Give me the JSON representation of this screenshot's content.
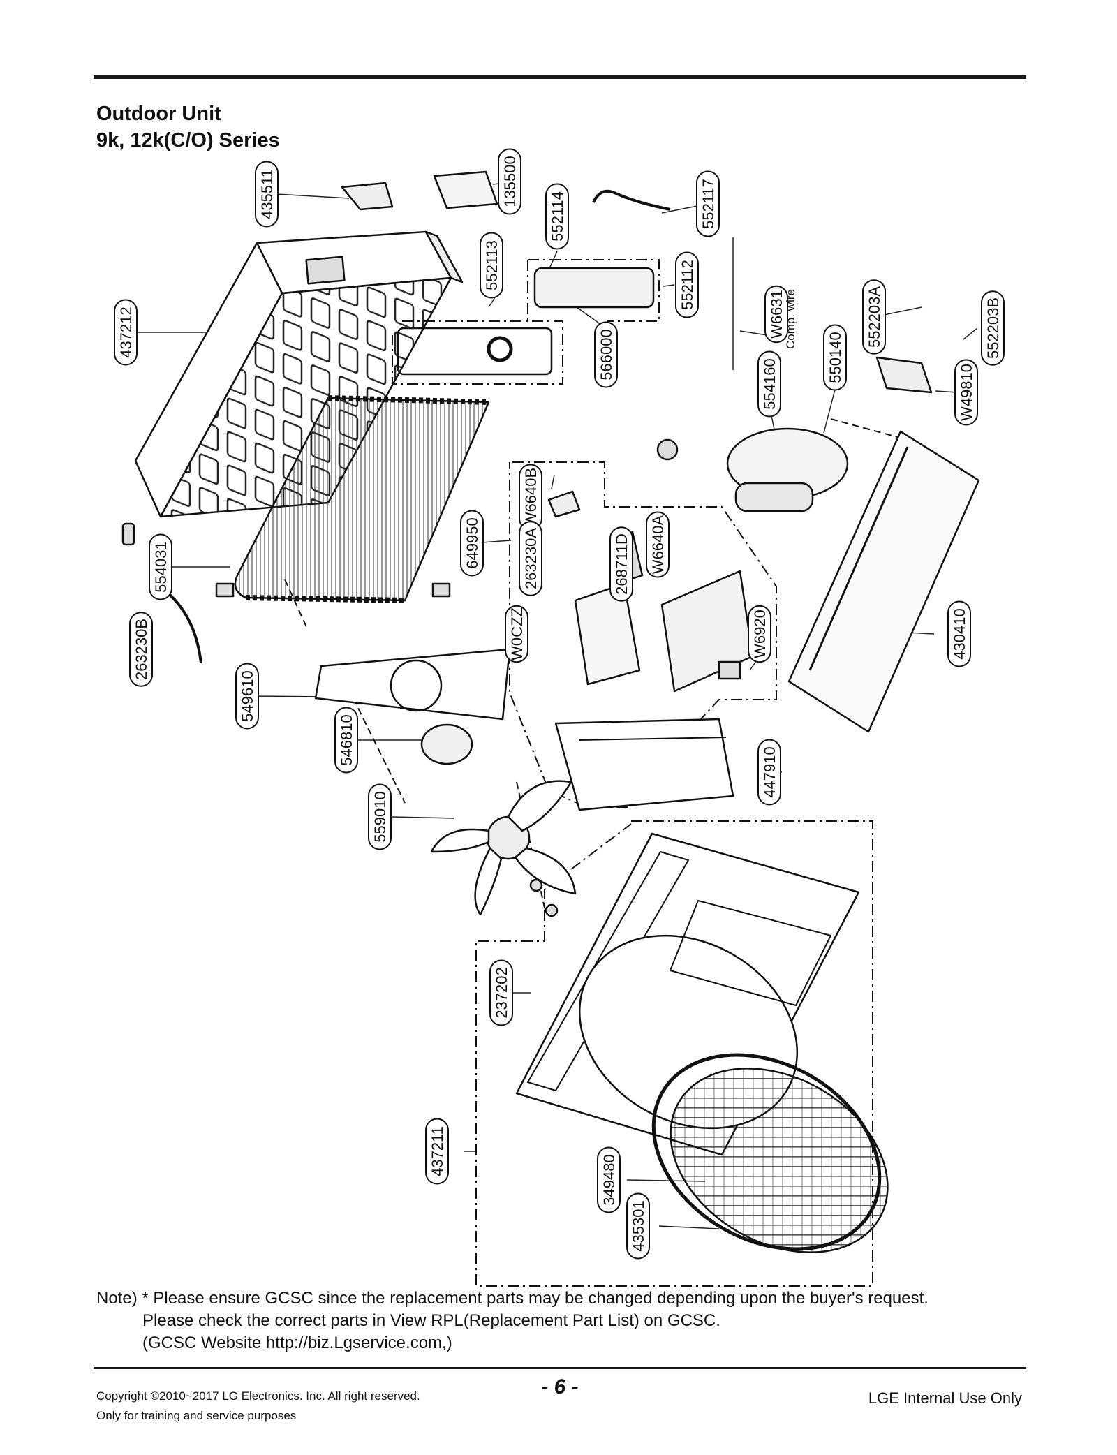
{
  "header": {
    "title": "Outdoor Unit",
    "subtitle": "9k, 12k(C/O) Series"
  },
  "part_labels": [
    {
      "id": "435511",
      "text": "435511"
    },
    {
      "id": "135500",
      "text": "135500"
    },
    {
      "id": "552114",
      "text": "552114"
    },
    {
      "id": "552117",
      "text": "552117"
    },
    {
      "id": "552113",
      "text": "552113"
    },
    {
      "id": "552112",
      "text": "552112"
    },
    {
      "id": "437212",
      "text": "437212"
    },
    {
      "id": "566000",
      "text": "566000"
    },
    {
      "id": "W6631",
      "text": "W6631"
    },
    {
      "id": "552203A",
      "text": "552203A"
    },
    {
      "id": "552203B",
      "text": "552203B"
    },
    {
      "id": "550140",
      "text": "550140"
    },
    {
      "id": "554160",
      "text": "554160"
    },
    {
      "id": "W49810",
      "text": "W49810"
    },
    {
      "id": "W6640B",
      "text": "W6640B"
    },
    {
      "id": "649950",
      "text": "649950"
    },
    {
      "id": "263230A",
      "text": "263230A"
    },
    {
      "id": "268711D",
      "text": "268711D"
    },
    {
      "id": "W6640A",
      "text": "W6640A"
    },
    {
      "id": "554031",
      "text": "554031"
    },
    {
      "id": "W0CZZ",
      "text": "W0CZZ"
    },
    {
      "id": "263230B",
      "text": "263230B"
    },
    {
      "id": "430410",
      "text": "430410"
    },
    {
      "id": "W6920",
      "text": "W6920"
    },
    {
      "id": "549610",
      "text": "549610"
    },
    {
      "id": "546810",
      "text": "546810"
    },
    {
      "id": "447910",
      "text": "447910"
    },
    {
      "id": "559010",
      "text": "559010"
    },
    {
      "id": "237202",
      "text": "237202"
    },
    {
      "id": "437211",
      "text": "437211"
    },
    {
      "id": "349480",
      "text": "349480"
    },
    {
      "id": "435301",
      "text": "435301"
    }
  ],
  "comp_wire_label": "Comp. wire",
  "note": {
    "line1": "Note) * Please ensure GCSC since the replacement parts may be changed depending upon the buyer's request.",
    "line2": "Please check  the correct parts in View RPL(Replacement Part List) on GCSC.",
    "line3": "(GCSC Website  http://biz.Lgservice.com,)"
  },
  "footer": {
    "copyright": "Copyright ©2010~2017 LG Electronics. Inc. All right reserved.",
    "purpose": "Only for training and service purposes",
    "page": "- 6 -",
    "internal": "LGE Internal Use Only"
  },
  "colors": {
    "ink": "#111111",
    "rule": "#1a1a1a",
    "background": "#ffffff"
  }
}
